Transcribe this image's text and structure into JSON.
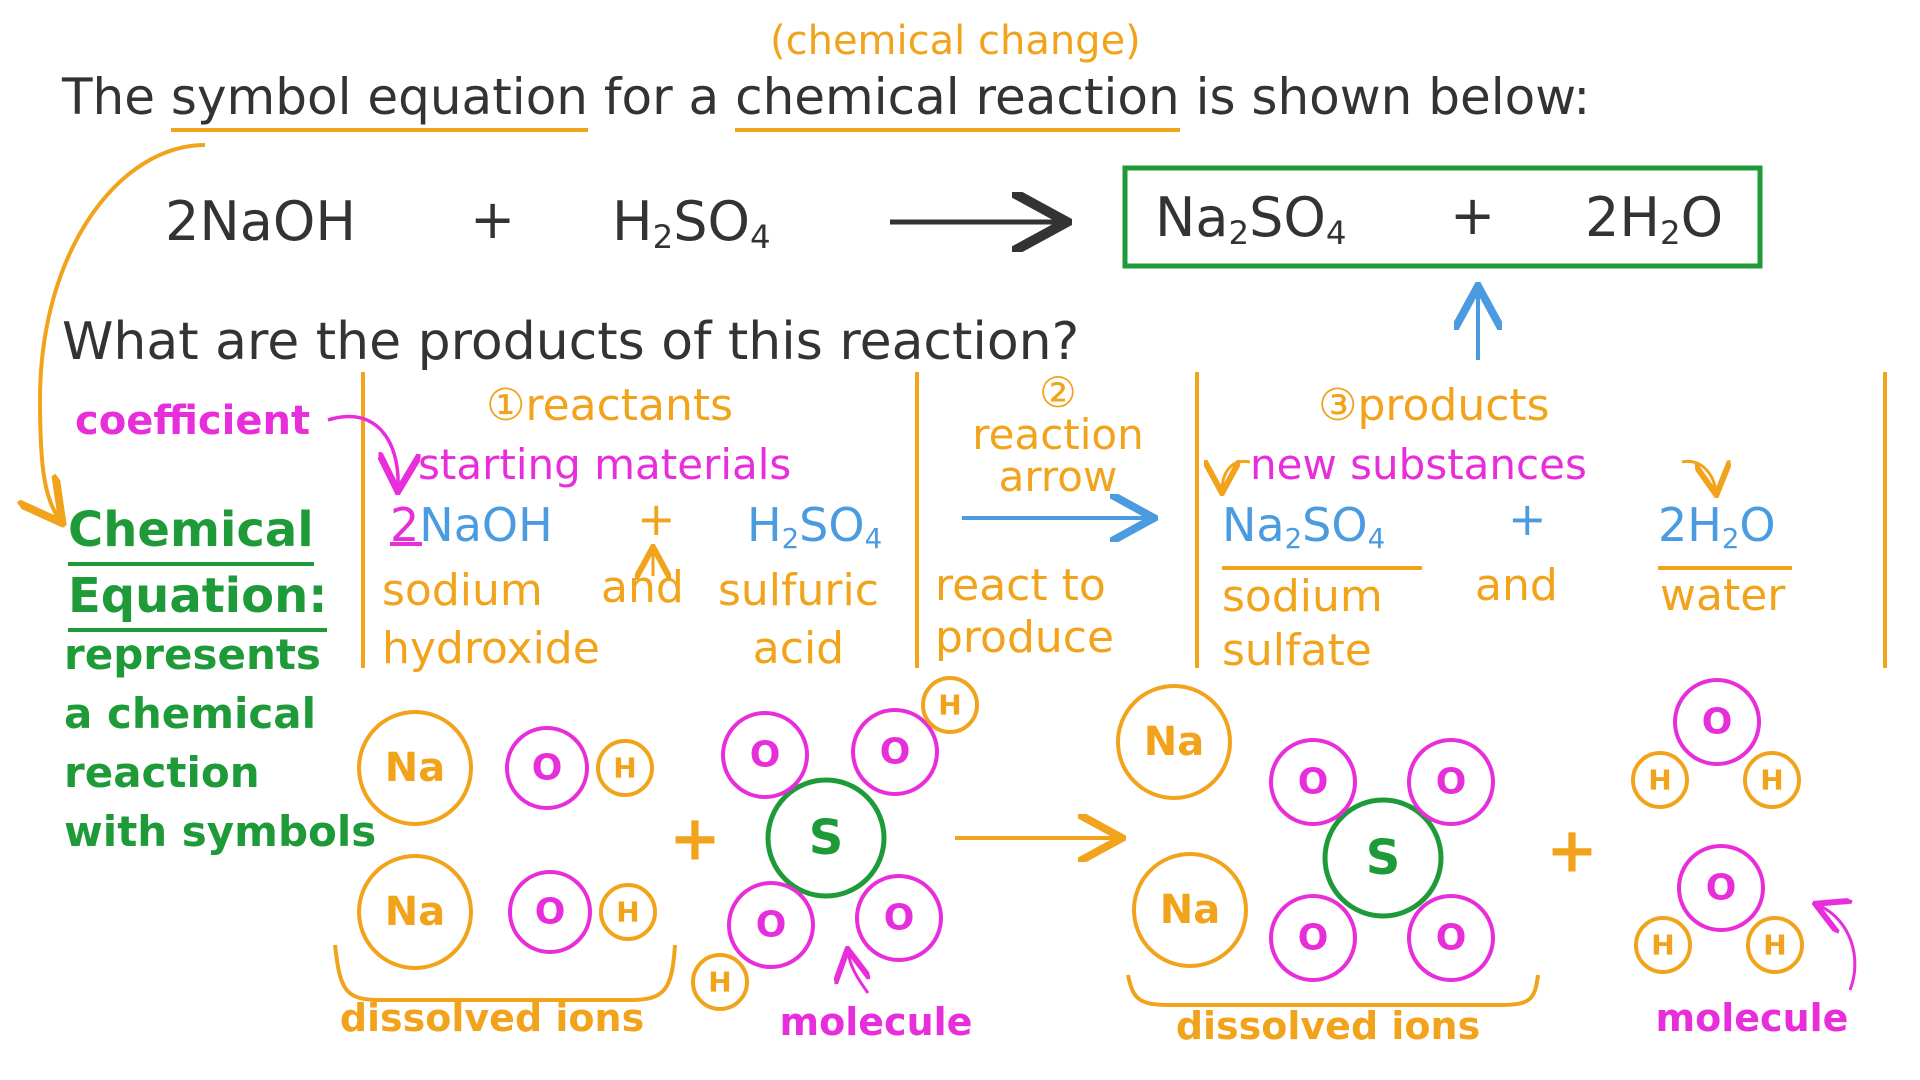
{
  "header": {
    "annotation": "(chemical change)",
    "intro_start": "The",
    "symbol_equation": "symbol equation",
    "intro_mid": "for a",
    "chemical_reaction": "chemical reaction",
    "intro_end": "is shown below:"
  },
  "equation": {
    "reactant1": "2NaOH",
    "plus1": "+",
    "reactant2": "H",
    "reactant2_sub": "2",
    "reactant2_rest": "SO",
    "reactant2_sub2": "4",
    "product1": "Na",
    "product1_sub": "2",
    "product1_rest": "SO",
    "product1_sub2": "4",
    "plus2": "+",
    "product2": "2H",
    "product2_sub": "2",
    "product2_rest": "O"
  },
  "question": "What are the products of this reaction?",
  "side": {
    "coefficient": "coefficient",
    "title1": "Chemical",
    "title2": "Equation:",
    "desc": [
      "represents",
      "a chemical",
      "reaction",
      "with symbols"
    ]
  },
  "columns": {
    "reactants_header": "①reactants",
    "starting_materials": "starting materials",
    "coef": "2",
    "naoh": "NaOH",
    "plus": "+",
    "h2so4": "H",
    "h2so4_sub": "2",
    "h2so4_rest": "SO",
    "h2so4_sub2": "4",
    "sodium": "sodium",
    "hydroxide": "hydroxide",
    "and1": "and",
    "sulfuric": "sulfuric",
    "acid": "acid",
    "arrow_num": "②",
    "arrow_title1": "reaction",
    "arrow_title2": "arrow",
    "react_to": "react to",
    "produce": "produce",
    "products_header": "③products",
    "new_substances": "new substances",
    "na2so4": "Na",
    "na2so4_sub": "2",
    "na2so4_rest": "SO",
    "na2so4_sub2": "4",
    "plus_p": "+",
    "h2o": "2H",
    "h2o_sub": "2",
    "h2o_rest": "O",
    "sodium2": "sodium",
    "sulfate": "sulfate",
    "and2": "and",
    "water": "water"
  },
  "particles": {
    "na": "Na",
    "o": "O",
    "h": "H",
    "s": "S",
    "plus": "+",
    "dissolved_ions": "dissolved ions",
    "molecule": "molecule"
  },
  "colors": {
    "orange": "#F2A31C",
    "pink": "#E82DDB",
    "blue": "#4A9BE0",
    "green": "#1E9A38",
    "dark": "#333333"
  }
}
